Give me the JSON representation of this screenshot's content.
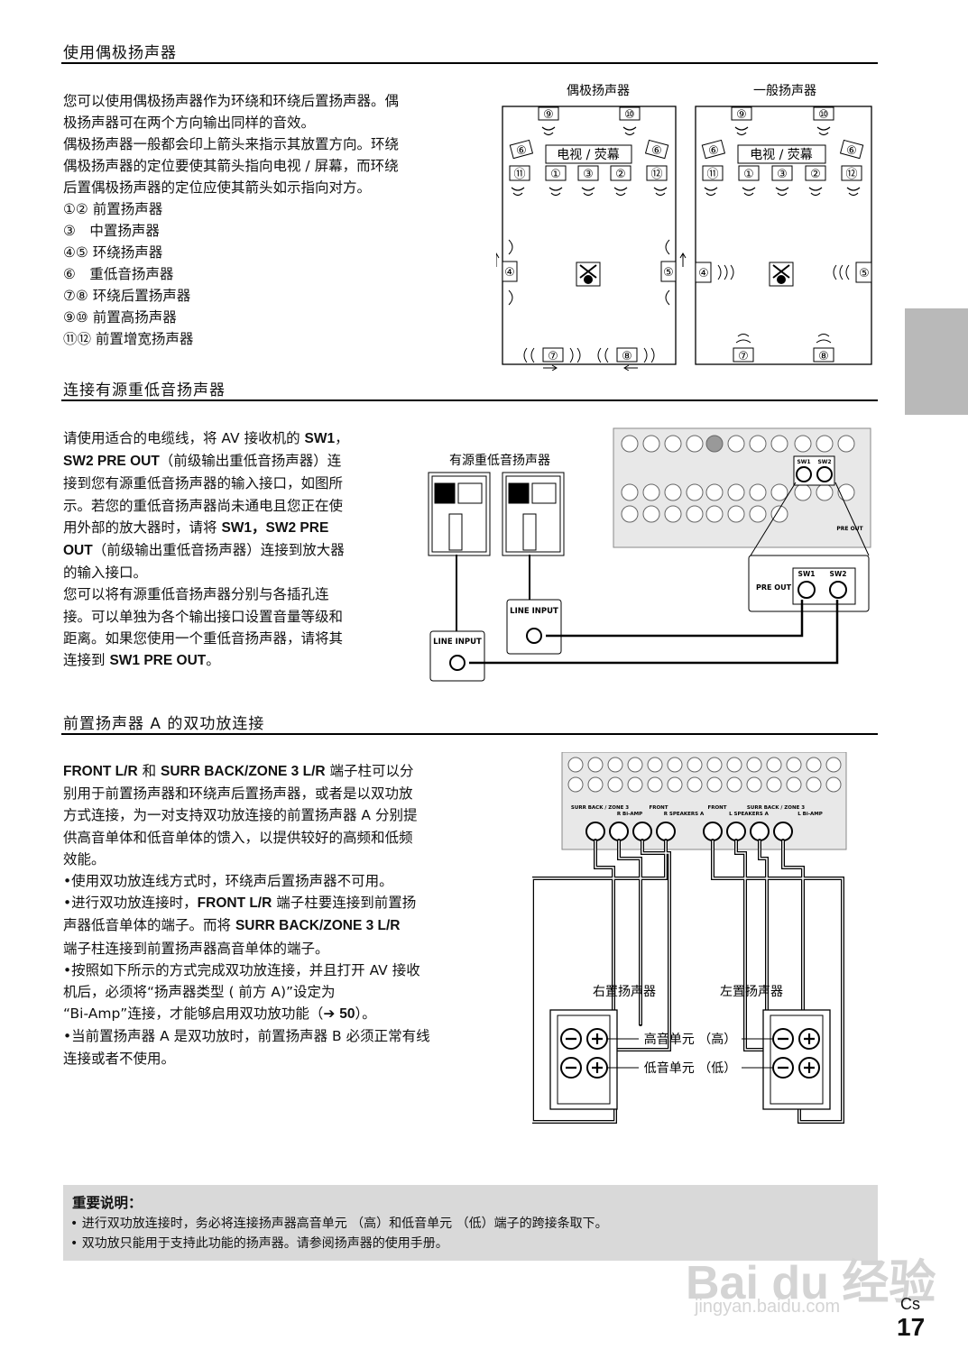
{
  "sections": {
    "dipole": {
      "title": "使用偶极扬声器",
      "paragraph1": [
        "您可以使用偶极扬声器作为环绕和环绕后置扬声器。偶",
        "极扬声器可在两个方向输出同样的音效。"
      ],
      "paragraph2": [
        "偶极扬声器一般都会印上箭头来指示其放置方向。环绕",
        "偶极扬声器的定位要使其箭头指向电视 / 屏幕，而环绕",
        "后置偶极扬声器的定位应使其箭头如示指向对方。"
      ],
      "legend": [
        "①② 前置扬声器",
        "③　中置扬声器",
        "④⑤ 环绕扬声器",
        "⑥　重低音扬声器",
        "⑦⑧ 环绕后置扬声器",
        "⑨⑩ 前置高扬声器",
        "⑪⑫ 前置增宽扬声器"
      ],
      "diagram_left_title": "偶极扬声器",
      "diagram_right_title": "一般扬声器",
      "tv_label": "电视 / 荧幕",
      "n1": "①",
      "n2": "②",
      "n3": "③",
      "n4": "④",
      "n5": "⑤",
      "n6": "⑥",
      "n7": "⑦",
      "n8": "⑧",
      "n9": "⑨",
      "n10": "⑩",
      "n11": "⑪",
      "n12": "⑫"
    },
    "subwoofer": {
      "title": "连接有源重低音扬声器",
      "lines": [
        [
          "请使用适合的电缆线，将 AV 接收机的 ",
          "SW1",
          "，"
        ],
        [
          "",
          "SW2 PRE OUT",
          "（前级输出重低音扬声器）连"
        ],
        [
          "接到您有源重低音扬声器的输入接口，如图所",
          "",
          ""
        ],
        [
          "示。若您的重低音扬声器尚未通电且您正在使",
          "",
          ""
        ],
        [
          "用外部的放大器时，请将 ",
          "SW1，SW2 PRE",
          ""
        ],
        [
          "",
          "OUT",
          "（前级输出重低音扬声器）连接到放大器"
        ],
        [
          "的输入接口。",
          "",
          ""
        ],
        [
          "您可以将有源重低音扬声器分别与各插孔连",
          "",
          ""
        ],
        [
          "接。可以单独为各个输出接口设置音量等级和",
          "",
          ""
        ],
        [
          "距离。如果您使用一个重低音扬声器，请将其",
          "",
          ""
        ],
        [
          "连接到 ",
          "SW1 PRE OUT",
          "。"
        ]
      ],
      "diagram_title": "有源重低音扬声器",
      "line_input": "LINE INPUT",
      "pre_out": "PRE OUT",
      "sw1": "SW1",
      "sw2": "SW2"
    },
    "biamp": {
      "title": "前置扬声器 A 的双功放连接",
      "lines": [
        [
          "",
          "FRONT L/R",
          " 和 ",
          "SURR BACK/ZONE 3 L/R",
          " 端子柱可以分"
        ],
        [
          "别用于前置扬声器和环绕声后置扬声器，或者是以双功放",
          "",
          "",
          "",
          ""
        ],
        [
          "方式连接，为一对支持双功放连接的前置扬声器 A 分别提",
          "",
          "",
          "",
          ""
        ],
        [
          "供高音单体和低音单体的馈入，以提供较好的高频和低频",
          "",
          "",
          "",
          ""
        ],
        [
          "效能。",
          "",
          "",
          "",
          ""
        ]
      ],
      "bullets": [
        [
          [
            "•使用双功放连线方式时，环绕声后置扬声器不可用。",
            "",
            ""
          ]
        ],
        [
          [
            "•进行双功放连接时，",
            "FRONT L/R",
            " 端子柱要连接到前置扬"
          ],
          [
            " 声器低音单体的端子。而将 ",
            "SURR BACK/ZONE 3 L/R",
            ""
          ],
          [
            " 端子柱连接到前置扬声器高音单体的端子。",
            "",
            ""
          ]
        ],
        [
          [
            "•按照如下所示的方式完成双功放连接，并且打开 AV 接收",
            "",
            ""
          ],
          [
            " 机后，必须将“扬声器类型 ( 前方 A)”设定为",
            "",
            ""
          ],
          [
            " “Bi-Amp”连接，才能够启用双功放功能（➔ ",
            "50",
            "）。"
          ]
        ],
        [
          [
            "•当前置扬声器 A 是双功放时，前置扬声器 B 必须正常有线",
            "",
            ""
          ],
          [
            " 连接或者不使用。",
            "",
            ""
          ]
        ]
      ],
      "right_speaker": "右置扬声器",
      "left_speaker": "左置扬声器",
      "tweeter": "高音单元 （高）",
      "woofer": "低音单元 （低）",
      "panel_labels": [
        "SURR BACK / ZONE 3",
        "R Bi-AMP",
        "FRONT",
        "R SPEAKERS A",
        "FRONT",
        "L SPEAKERS A",
        "SURR BACK / ZONE 3",
        "L Bi-AMP"
      ]
    }
  },
  "important": {
    "title": "重要说明：",
    "items": [
      "• 进行双功放连接时，务必将连接扬声器高音单元 （高）和低音单元 （低）端子的跨接条取下。",
      "• 双功放只能用于支持此功能的扬声器。请参阅扬声器的使用手册。"
    ]
  },
  "page": {
    "lang": "Cs",
    "number": "17"
  },
  "watermark": {
    "main": "Bai du 经验",
    "sub": "jingyan.baidu.com"
  }
}
